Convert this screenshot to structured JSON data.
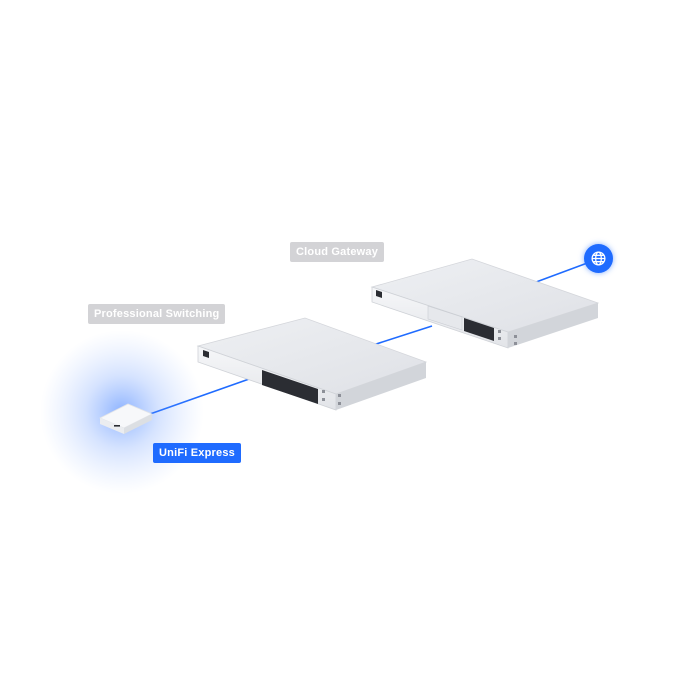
{
  "labels": {
    "cloud_gateway": "Cloud Gateway",
    "professional_switching": "Professional Switching",
    "unifi_express": "UniFi Express"
  },
  "colors": {
    "accent": "#1f6bff",
    "label_grey": "#d3d3d6",
    "device_top": "#e9eaee",
    "device_front": "#f3f4f6",
    "port": "#2b2d33",
    "link_line": "#1f6bff"
  },
  "icons": {
    "internet": "globe-icon"
  }
}
